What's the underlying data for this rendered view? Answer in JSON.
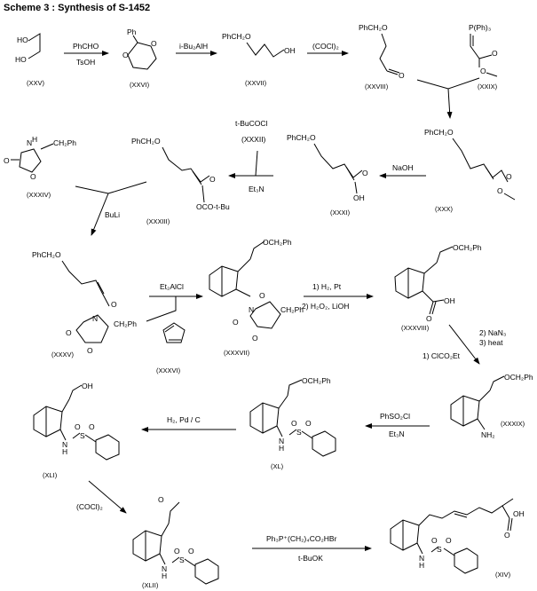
{
  "title": "Scheme 3 :  Synthesis of S-1452",
  "compounds": {
    "c25": {
      "id": "(XXV)",
      "ho_top": "HO",
      "ho_bot": "HO"
    },
    "c26": {
      "id": "(XXVI)",
      "ph": "Ph",
      "o1": "O",
      "o2": "O"
    },
    "c27": {
      "id": "(XXVII)",
      "top": "PhCH₂O",
      "oh": "OH"
    },
    "c28": {
      "id": "(XXVIII)",
      "top": "PhCH₂O",
      "o": "O"
    },
    "c29": {
      "id": "(XXIX)",
      "pph3": "P(Ph)₃",
      "o1": "O",
      "o2": "O"
    },
    "c30": {
      "id": "(XXX)",
      "top": "PhCH₂O",
      "o1": "O",
      "o2": "O"
    },
    "c31": {
      "id": "(XXXI)",
      "top": "PhCH₂O",
      "o": "O",
      "oh": "OH"
    },
    "c33": {
      "id": "(XXXIII)",
      "top": "PhCH₂O",
      "o": "O",
      "ocot": "OCO-t-Bu"
    },
    "c34": {
      "id": "(XXXIV)",
      "n": "N",
      "h": "H",
      "o1": "O",
      "o2": "O",
      "ph": "CH₂Ph"
    },
    "c35": {
      "id": "(XXXV)",
      "top": "PhCH₂O",
      "o1": "O",
      "n": "N",
      "o2": "O",
      "o3": "O",
      "ph": "CH₂Ph"
    },
    "c36": {
      "id": "(XXXVI)"
    },
    "c37": {
      "id": "(XXXVII)",
      "top": "OCH₂Ph",
      "o1": "O",
      "n": "N",
      "o2": "O",
      "o3": "O",
      "ph": "CH₂Ph"
    },
    "c38": {
      "id": "(XXXVIII)",
      "top": "OCH₂Ph",
      "o": "O",
      "oh": "OH"
    },
    "c39": {
      "id": "(XXXIX)",
      "top": "OCH₂Ph",
      "nh2": "NH₂"
    },
    "c40": {
      "id": "(XL)",
      "top": "OCH₂Ph",
      "nh": "N",
      "h": "H",
      "s": "S",
      "o1": "O",
      "o2": "O"
    },
    "c41": {
      "id": "(XLI)",
      "top": "OH",
      "nh": "N",
      "h": "H",
      "s": "S",
      "o1": "O",
      "o2": "O"
    },
    "c42": {
      "id": "(XLII)",
      "top": "O",
      "nh": "N",
      "h": "H",
      "s": "S",
      "o1": "O",
      "o2": "O"
    },
    "c14": {
      "id": "(XIV)",
      "oh": "OH",
      "o": "O",
      "nh": "N",
      "h": "H",
      "s": "S",
      "o1": "O",
      "o2": "O"
    }
  },
  "reagents": {
    "r1_top": "PhCHO",
    "r1_bot": "TsOH",
    "r2_top": "i-Bu₂AlH",
    "r3_top": "(COCl)₂",
    "r4": "NaOH",
    "r5_a": "t-BuCOCl",
    "r5_b": "(XXXII)",
    "r5_c": "Et₃N",
    "r6": "BuLi",
    "r7": "Et₂AlCl",
    "r8_top": "1) H₂, Pt",
    "r8_bot": "2) H₂O₂, LiOH",
    "r9_a": "2) NaN₃",
    "r9_b": "3) heat",
    "r9_c": "1) ClCO₂Et",
    "r10_top": "PhSO₂Cl",
    "r10_bot": "Et₃N",
    "r11": "H₂, Pd / C",
    "r12": "(COCl)₂",
    "r13_top": "Ph₃P⁺(CH₂)₄CO₂HBr",
    "r13_bot": "t-BuOK"
  }
}
